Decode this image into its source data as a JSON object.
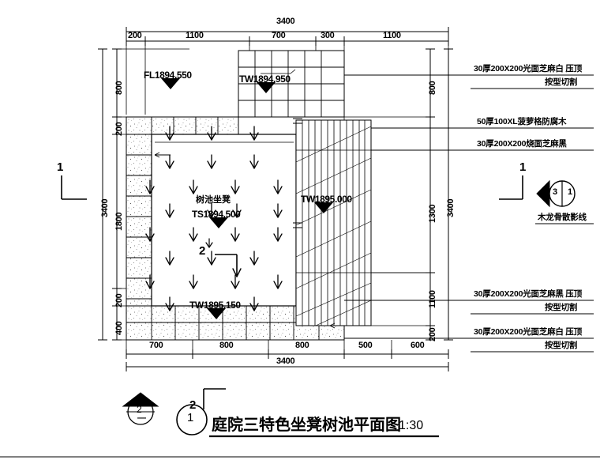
{
  "drawing": {
    "title_cn": "庭院三特色坐凳树池平面图",
    "title_scale": "1:30",
    "detail_bubble_number": "1",
    "north_bubble_number": "2",
    "north_bubble_sub": "—"
  },
  "dimensions": {
    "top_overall": "3400",
    "top_segments": [
      "200",
      "1100",
      "700",
      "300",
      "1100"
    ],
    "bottom_overall": "3400",
    "bottom_segments": [
      "700",
      "800",
      "800",
      "500",
      "600"
    ],
    "left_overall": "3400",
    "left_segments": [
      "800",
      "200",
      "1800",
      "200",
      "400"
    ],
    "right_overall": "3400",
    "right_segments": [
      "800",
      "1300",
      "1100",
      "200"
    ]
  },
  "elevations": [
    {
      "id": "fl-1894-550",
      "label": "FL1894.550"
    },
    {
      "id": "tw-1894-950",
      "label": "TW1894.950"
    },
    {
      "id": "tw-1895-000",
      "label": "TW1895.000"
    },
    {
      "id": "ts-1894-500",
      "label": "TS1894.500"
    },
    {
      "id": "tw-1895-150",
      "label": "TW1895.150"
    }
  ],
  "center_label": "树池坐凳",
  "notes": [
    {
      "id": "note-granite-white-top",
      "line1": "30厚200X200光面芝麻白  压顶",
      "line2": "按型切割"
    },
    {
      "id": "note-wood-deck",
      "line1": "50厚100XL菠萝格防腐木",
      "line2": ""
    },
    {
      "id": "note-granite-black-flamed",
      "line1": "30厚200X200烧面芝麻黑",
      "line2": ""
    },
    {
      "id": "note-granite-black-top",
      "line1": "30厚200X200光面芝麻黑  压顶",
      "line2": "按型切割"
    },
    {
      "id": "note-granite-white-top-2",
      "line1": "30厚200X200光面芝麻白  压顶",
      "line2": "按型切割"
    }
  ],
  "section_markers": [
    {
      "id": "section-1-left",
      "number": "1"
    },
    {
      "id": "section-1-right",
      "number": "1"
    },
    {
      "id": "section-2-center",
      "number": "2"
    },
    {
      "id": "section-2-bottom",
      "number": "2"
    }
  ],
  "detail_callout": {
    "bubble_number": "3",
    "bubble_sheet": "1",
    "note": "木龙骨散影线"
  },
  "colors": {
    "line": "#000000",
    "paper": "#ffffff",
    "hatch": "#000000"
  }
}
